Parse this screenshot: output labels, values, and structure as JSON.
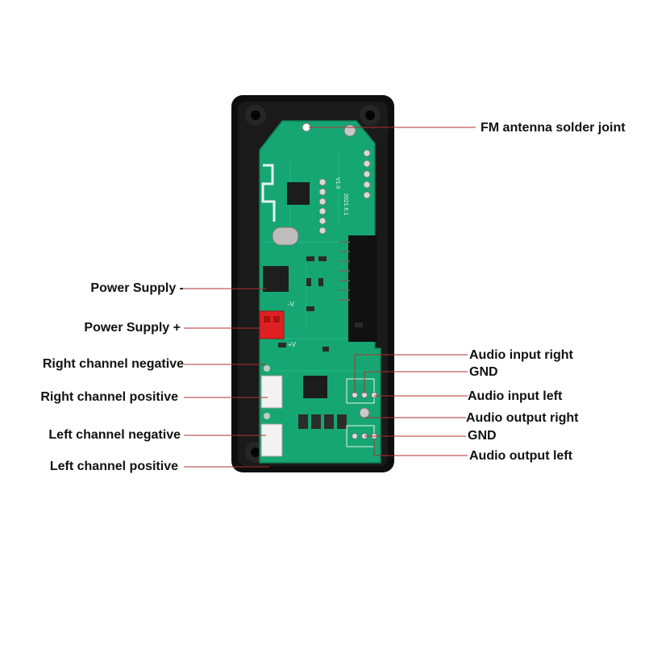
{
  "labels": {
    "fm_antenna": "FM antenna solder joint",
    "power_supply_neg": "Power Supply -",
    "power_supply_pos": "Power Supply +",
    "right_channel_neg": "Right channel negative",
    "right_channel_pos": "Right channel positive",
    "left_channel_neg": "Left channel negative",
    "left_channel_pos": "Left channel positive",
    "audio_input_right": "Audio input right",
    "gnd_input": "GND",
    "audio_input_left": "Audio input left",
    "audio_output_right": "Audio output right",
    "gnd_output": "GND",
    "audio_output_left": "Audio output left"
  },
  "board_silkscreen": {
    "version": "V1.0",
    "date": "2021.6.1",
    "neg_mark": "-V",
    "pos_mark": "+V"
  },
  "colors": {
    "case": "#0e0e0e",
    "pcb": "#16a673",
    "leader_line": "#b03030",
    "connector_red": "#e02020",
    "connector_white": "#f2f2f2"
  }
}
